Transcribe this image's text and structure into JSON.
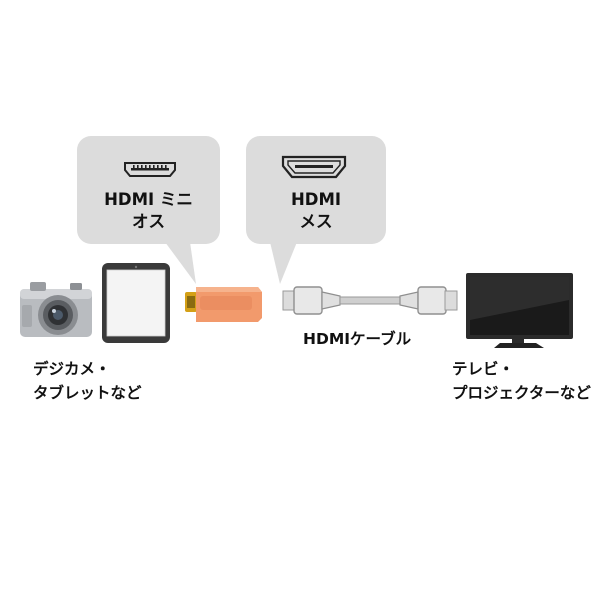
{
  "bubbles": {
    "left": {
      "line1": "HDMI ミニ",
      "line2": "オス"
    },
    "right": {
      "line1": "HDMI",
      "line2": "メス"
    }
  },
  "labels": {
    "devices_line1": "デジカメ・",
    "devices_line2": "タブレットなど",
    "cable": "HDMIケーブル",
    "display_line1": "テレビ・",
    "display_line2": "プロジェクターなど"
  },
  "colors": {
    "bubble": "#dcdcdc",
    "adapter_gold": "#d4a017",
    "adapter_body": "#f29a6c",
    "cable_gray": "#a8a8a8",
    "device_dark": "#3a3a3a"
  },
  "icons": [
    "hdmi-mini-port-icon",
    "hdmi-port-icon",
    "camera-icon",
    "tablet-icon",
    "adapter-icon",
    "cable-icon",
    "monitor-icon"
  ]
}
